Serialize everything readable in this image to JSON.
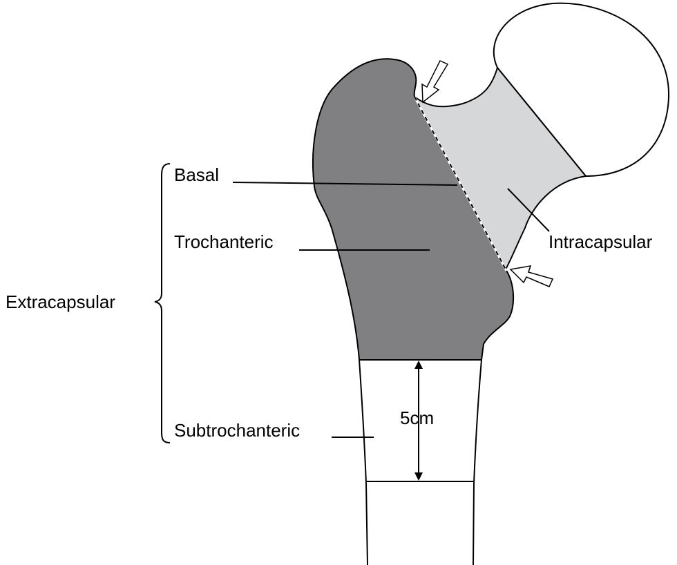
{
  "labels": {
    "basal": "Basal",
    "trochanteric": "Trochanteric",
    "intracapsular": "Intracapsular",
    "extracapsular": "Extracapsular",
    "subtrochanteric": "Subtrochanteric",
    "distance": "5cm"
  },
  "colors": {
    "extracapsular_region": "#808083",
    "intracapsular_region": "#d6d7d9",
    "outline": "#000000",
    "background": "#ffffff"
  }
}
